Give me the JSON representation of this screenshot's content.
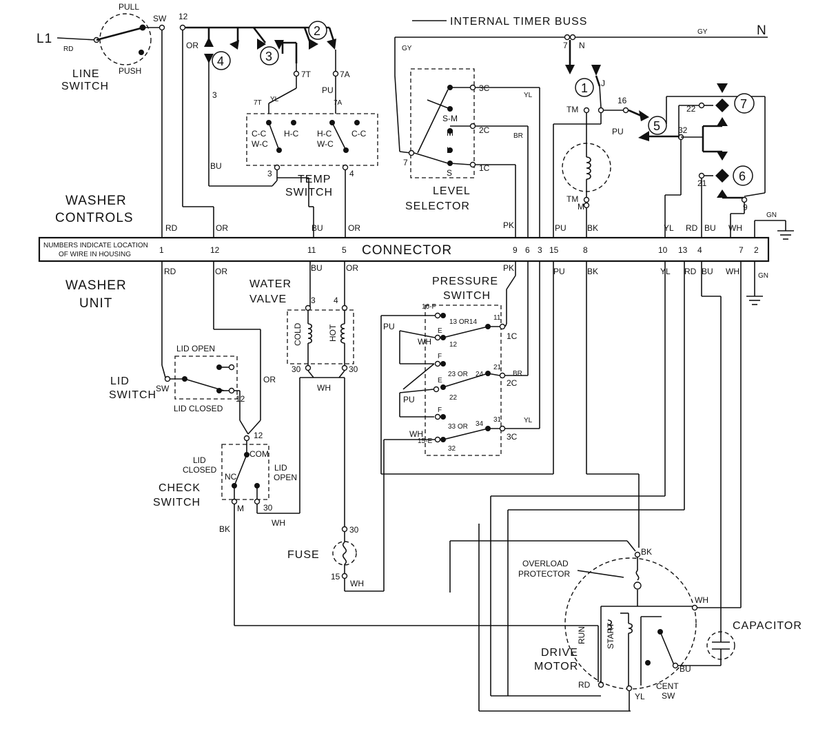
{
  "sections": {
    "washer_controls": [
      "WASHER",
      "CONTROLS"
    ],
    "washer_unit": [
      "WASHER",
      "UNIT"
    ]
  },
  "title_bar": {
    "internal_timer_buss": "INTERNAL TIMER BUSS",
    "n": "N",
    "gy": "GY",
    "l1": "L1"
  },
  "line_switch": {
    "label": [
      "LINE",
      "SWITCH"
    ],
    "pull": "PULL",
    "push": "PUSH",
    "sw": "SW",
    "rd": "RD"
  },
  "timer_contacts": [
    "1",
    "2",
    "3",
    "4",
    "5",
    "6",
    "7"
  ],
  "temp_switch": {
    "label": [
      "TEMP",
      "SWITCH"
    ],
    "cc_wc": [
      "C-C",
      "W-C"
    ],
    "hc": "H-C",
    "hc_wc": [
      "H-C",
      "W-C"
    ],
    "cc": "C-C"
  },
  "level_selector": {
    "label": [
      "LEVEL",
      "SELECTOR"
    ],
    "sm": "S-M",
    "m": "M",
    "l": "L",
    "s": "S"
  },
  "connector": {
    "label": "CONNECTOR",
    "note": [
      "NUMBERS INDICATE LOCATION",
      "OF WIRE IN HOUSING"
    ],
    "pins": [
      "1",
      "12",
      "11",
      "5",
      "9",
      "6",
      "3",
      "15",
      "8",
      "10",
      "13",
      "4",
      "7",
      "2"
    ]
  },
  "wire_labels": {
    "rd": "RD",
    "or": "OR",
    "bu": "BU",
    "pk": "PK",
    "pu": "PU",
    "bk": "BK",
    "yl": "YL",
    "wh": "WH",
    "gn": "GN",
    "br": "BR",
    "gy": "GY"
  },
  "terminals": {
    "t12": "12",
    "t3": "3",
    "t7t": "7T",
    "t7a": "7A",
    "t4": "4",
    "t3c": "3C",
    "t2c": "2C",
    "t1c": "1C",
    "t7": "7",
    "tn": "N",
    "tj": "J",
    "t16": "16",
    "ttm": "TM",
    "ttmm": [
      "TM",
      "M"
    ],
    "t22": "22",
    "t32": "32",
    "t21": "21",
    "t9": "9",
    "t30": "30",
    "t15": "15",
    "tm": "M",
    "tcom": "COM",
    "tnc": "NC"
  },
  "water_valve": {
    "label": [
      "WATER",
      "VALVE"
    ],
    "cold": "COLD",
    "hot": "HOT"
  },
  "pressure_switch": {
    "label": [
      "PRESSURE",
      "SWITCH"
    ],
    "t16f": "16-F",
    "t13or14": "13 OR14",
    "t11": "11",
    "e": "E",
    "t12": "12",
    "f": "F",
    "t23or24": "23 OR",
    "t24": "24",
    "t21": "21",
    "t22": "22",
    "t33or34": "33 OR",
    "t34": "34",
    "t31": "31",
    "t15e": "15-E",
    "t32": "32"
  },
  "lid_switch": {
    "label": [
      "LID",
      "SWITCH"
    ],
    "open": "LID OPEN",
    "closed": "LID CLOSED",
    "sw": "SW",
    "t12": "12"
  },
  "check_switch": {
    "label": [
      "CHECK",
      "SWITCH"
    ],
    "lid_closed": [
      "LID",
      "CLOSED"
    ],
    "lid_open": [
      "LID",
      "OPEN"
    ]
  },
  "fuse": {
    "label": "FUSE"
  },
  "drive_motor": {
    "label": [
      "DRIVE",
      "MOTOR"
    ],
    "overload": [
      "OVERLOAD",
      "PROTECTOR"
    ],
    "run": "RUN",
    "start": "START",
    "cent_sw": [
      "CENT",
      "SW"
    ]
  },
  "capacitor": {
    "label": "CAPACITOR"
  }
}
